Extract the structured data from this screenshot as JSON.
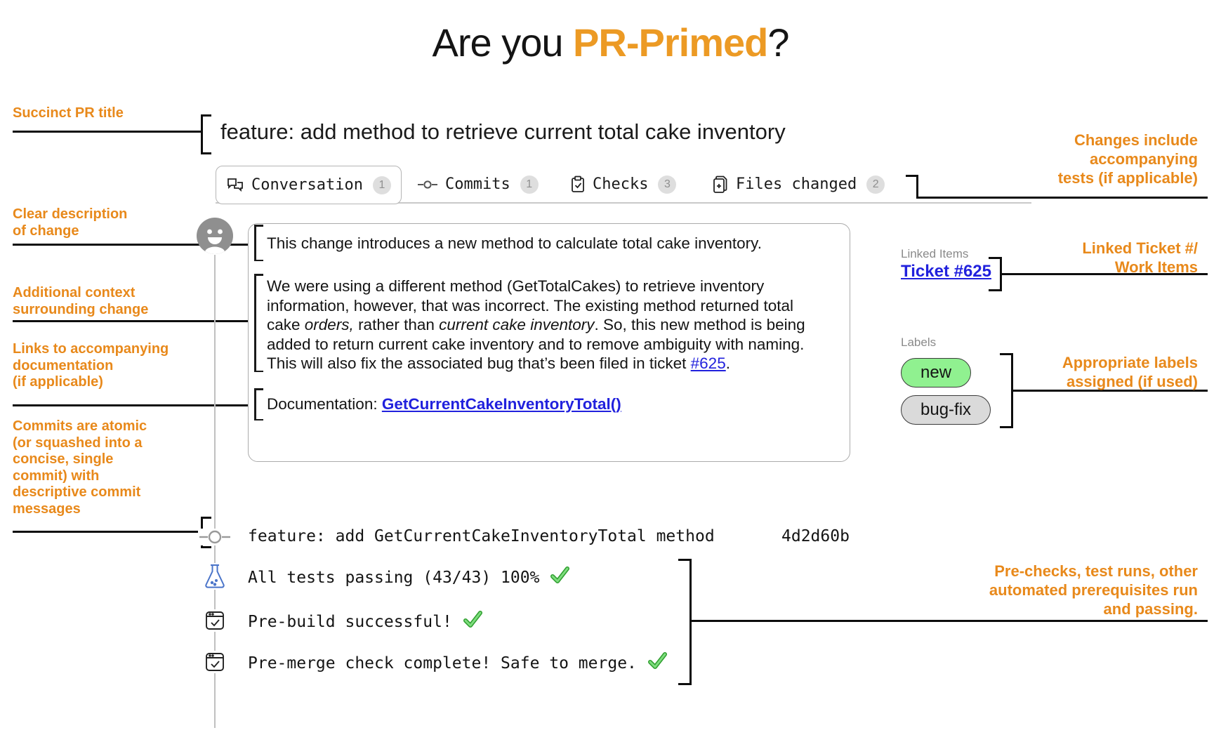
{
  "title": {
    "prefix": "Are you ",
    "highlight": "PR-Primed",
    "suffix": "?"
  },
  "colors": {
    "annotation_orange": "#E8891B",
    "title_orange": "#EC9A24",
    "link_blue": "#2121dd",
    "check_green": "#3cb43c",
    "label_new_green": "#90f190",
    "label_bugfix_gray": "#dadada",
    "badge_gray": "#dedede"
  },
  "left_annotations": [
    {
      "id": "succinct-pr-title",
      "text": "Succinct PR title"
    },
    {
      "id": "clear-description",
      "text": "Clear description\nof change"
    },
    {
      "id": "additional-context",
      "text": "Additional context\nsurrounding change"
    },
    {
      "id": "links-to-documentation",
      "text": "Links to accompanying\ndocumentation\n(if applicable)"
    },
    {
      "id": "atomic-commits",
      "text": "Commits are atomic\n(or squashed into a\nconcise, single\ncommit) with\ndescriptive commit\nmessages"
    }
  ],
  "right_annotations": [
    {
      "id": "changes-include-tests",
      "text": "Changes include\naccompanying\ntests (if applicable)"
    },
    {
      "id": "linked-ticket",
      "text": "Linked Ticket #/\nWork Items"
    },
    {
      "id": "appropriate-labels",
      "text": "Appropriate labels\nassigned (if used)"
    },
    {
      "id": "pre-checks-passing",
      "text": "Pre-checks, test runs, other\nautomated prerequisites run\nand passing."
    }
  ],
  "pr": {
    "title": "feature: add method to retrieve current total cake inventory",
    "tabs": [
      {
        "label": "Conversation",
        "count": "1",
        "active": true,
        "icon": "conversation-icon"
      },
      {
        "label": "Commits",
        "count": "1",
        "active": false,
        "icon": "commit-icon"
      },
      {
        "label": "Checks",
        "count": "3",
        "active": false,
        "icon": "clipboard-check-icon"
      },
      {
        "label": "Files changed",
        "count": "2",
        "active": false,
        "icon": "file-plus-icon"
      }
    ],
    "description": {
      "para1": [
        {
          "t": "This change introduces a new method to calculate total cake inventory."
        }
      ],
      "para2": [
        {
          "t": "We were using a different method (GetTotalCakes) to retrieve inventory information, however, that was incorrect. The existing method returned total cake "
        },
        {
          "t": "orders,",
          "i": true
        },
        {
          "t": " rather than "
        },
        {
          "t": "current cake inventory",
          "i": true
        },
        {
          "t": ". So, this new method is being added to return current cake inventory and to remove ambiguity with naming. This will also fix the associated bug that’s been filed in ticket "
        },
        {
          "t": "#625",
          "link": true
        },
        {
          "t": "."
        }
      ],
      "para3": [
        {
          "t": "Documentation:  "
        },
        {
          "t": "GetCurrentCakeInventoryTotal()",
          "link": true,
          "b": true
        }
      ]
    },
    "linked_items": {
      "heading": "Linked Items",
      "link": "Ticket #625"
    },
    "labels": {
      "heading": "Labels",
      "items": [
        {
          "text": "new",
          "color": "#90f190"
        },
        {
          "text": "bug-fix",
          "color": "#dadada"
        }
      ]
    },
    "commit": {
      "message": "feature: add GetCurrentCakeInventoryTotal method",
      "hash": "4d2d60b"
    },
    "checks": [
      {
        "icon": "flask-icon",
        "text": "All tests passing (43/43) 100%"
      },
      {
        "icon": "browser-check-icon",
        "text": "Pre-build successful!"
      },
      {
        "icon": "browser-check-icon",
        "text": "Pre-merge check complete! Safe to merge."
      }
    ]
  }
}
